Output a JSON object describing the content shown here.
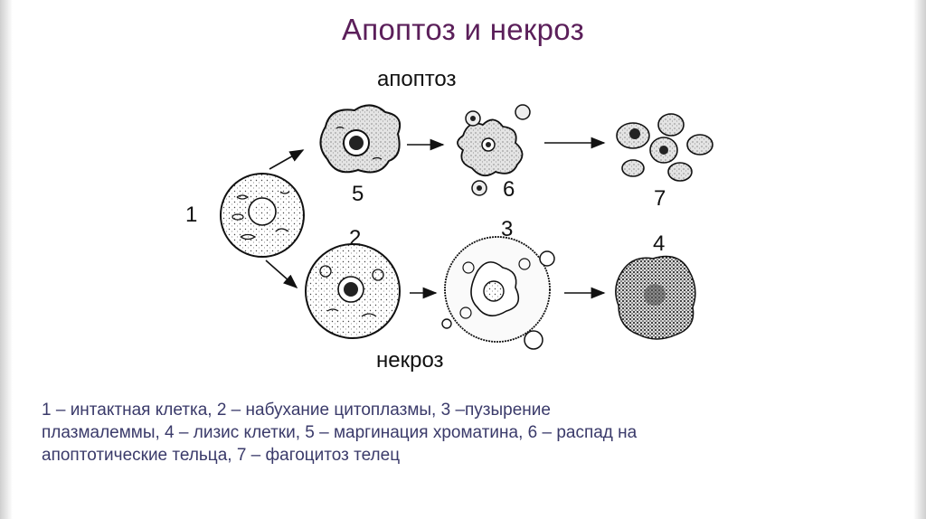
{
  "slide": {
    "title": "Апоптоз и некроз"
  },
  "diagram": {
    "label_apoptosis": "апоптоз",
    "label_necrosis": "некроз",
    "stages": [
      {
        "num": "1",
        "name": "intact-cell"
      },
      {
        "num": "2",
        "name": "cytoplasm-swelling"
      },
      {
        "num": "3",
        "name": "plasmalemma-blebbing"
      },
      {
        "num": "4",
        "name": "cell-lysis"
      },
      {
        "num": "5",
        "name": "chromatin-margination"
      },
      {
        "num": "6",
        "name": "apoptotic-bodies"
      },
      {
        "num": "7",
        "name": "phagocytosis"
      }
    ]
  },
  "caption": {
    "line1": "1 – интактная клетка, 2 – набухание цитоплазмы, 3 –пузырение",
    "line2": "плазмалеммы, 4 – лизис клетки, 5 – маргинация хроматина, 6 – распад на",
    "line3": "апоптотические тельца, 7 – фагоцитоз телец"
  },
  "colors": {
    "title": "#5b1f5a",
    "caption": "#3a3a6a",
    "ink": "#111111"
  }
}
